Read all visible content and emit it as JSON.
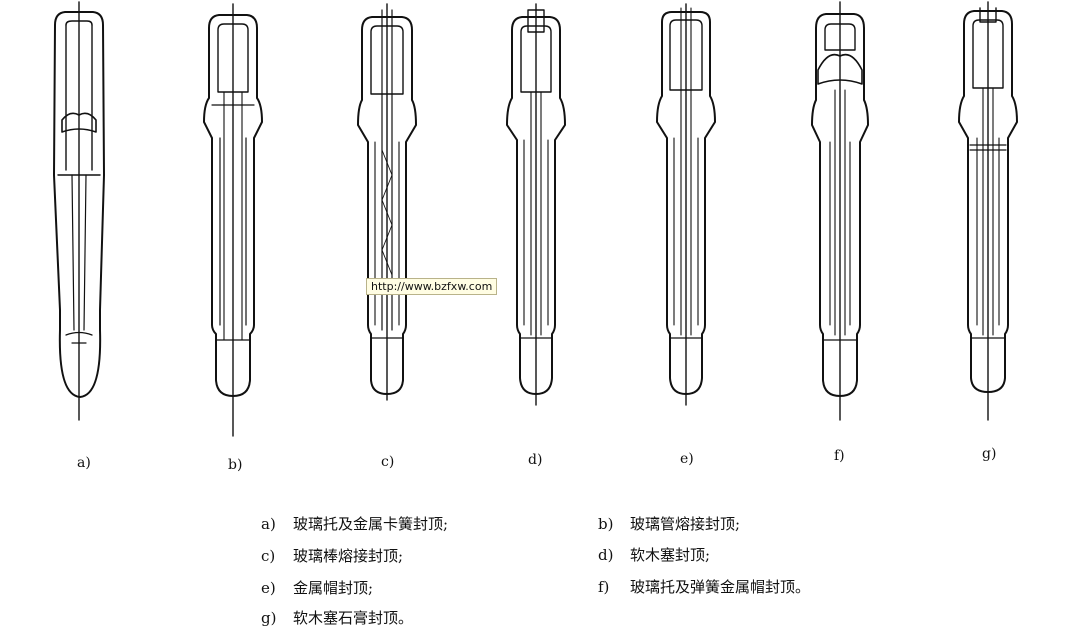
{
  "figure": {
    "labels": [
      "a)",
      "b)",
      "c)",
      "d)",
      "e)",
      "f)",
      "g)"
    ],
    "watermark": "http://www.bzfxw.com"
  },
  "captions": [
    {
      "key": "a)",
      "text": "玻璃托及金属卡簧封顶;"
    },
    {
      "key": "b)",
      "text": "玻璃管熔接封顶;"
    },
    {
      "key": "c)",
      "text": "玻璃棒熔接封顶;"
    },
    {
      "key": "d)",
      "text": "软木塞封顶;"
    },
    {
      "key": "e)",
      "text": "金属帽封顶;"
    },
    {
      "key": "f)",
      "text": "玻璃托及弹簧金属帽封顶。"
    },
    {
      "key": "g)",
      "text": "软木塞石膏封顶。"
    }
  ],
  "colors": {
    "ink": "#111111",
    "background": "#ffffff",
    "watermark_bg": "#fffde3"
  }
}
